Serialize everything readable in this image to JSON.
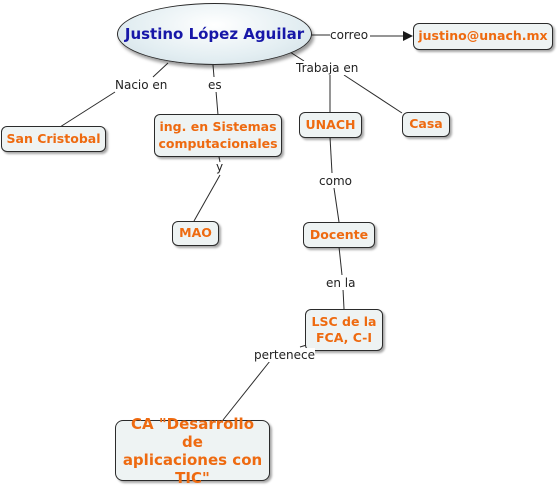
{
  "root": {
    "label": "Justino López Aguilar"
  },
  "nodes": {
    "email": "justino@unach.mx",
    "san_cristobal": "San Cristobal",
    "ingeniero": "ing. en Sistemas\ncomputacionales",
    "unach": "UNACH",
    "casa": "Casa",
    "mao": "MAO",
    "docente": "Docente",
    "lsc": "LSC de la\nFCA, C-I",
    "ca": "CA \"Desarrollo de\naplicaciones con\nTIC\""
  },
  "links": {
    "correo": "correo",
    "nacio_en": "Nacio en",
    "es": "es",
    "trabaja_en": "Trabaja en",
    "y": "y",
    "como": "como",
    "en_la": "en la",
    "pertenece": "pertenece"
  },
  "colors": {
    "root_text": "#1717a8",
    "node_text": "#ee6a10",
    "node_fill": "#eef3f3",
    "line": "#2b2b2b"
  }
}
